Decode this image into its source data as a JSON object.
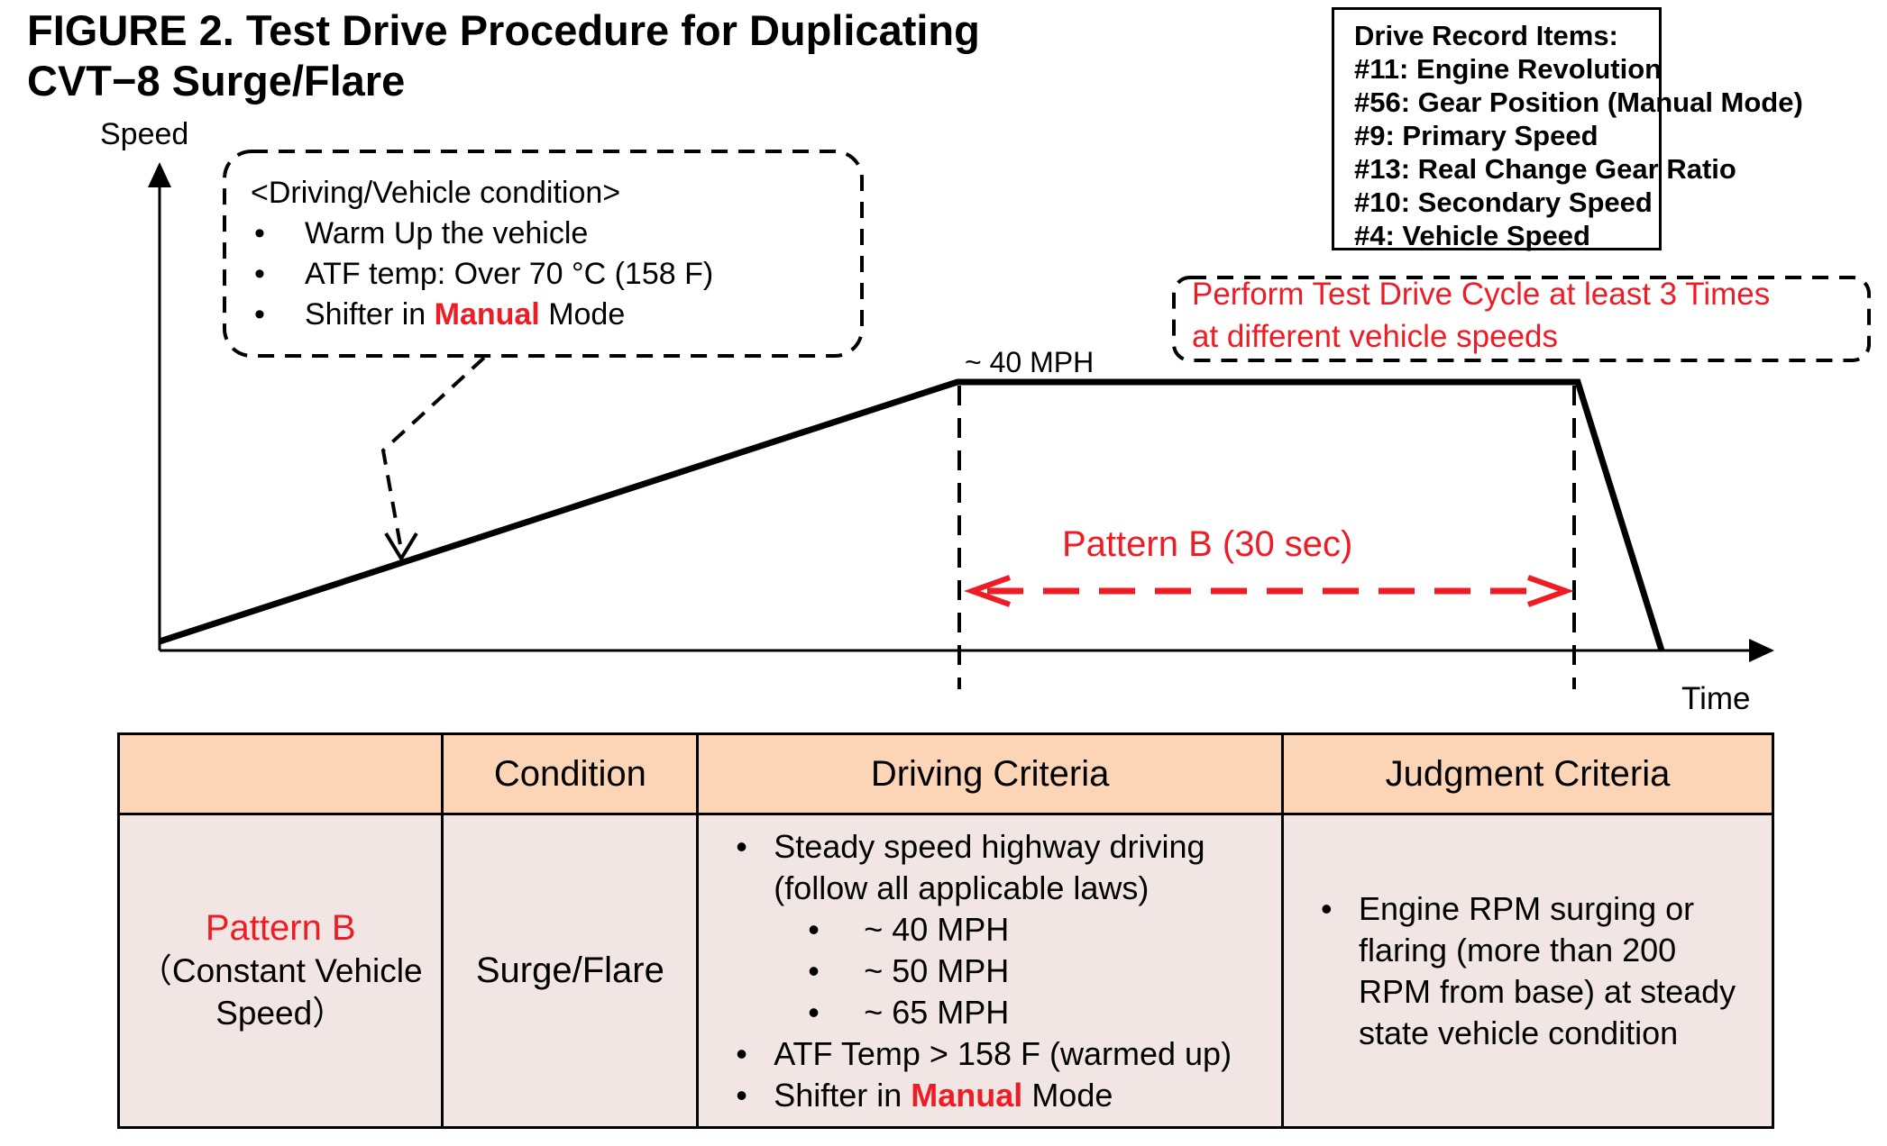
{
  "figure": {
    "title_line1": "FIGURE 2. Test Drive Procedure for Duplicating",
    "title_line2": "CVT−8 Surge/Flare"
  },
  "record_box": {
    "heading": "Drive Record Items:",
    "items": [
      "#11: Engine Revolution",
      "#56: Gear Position (Manual Mode)",
      "#9:  Primary Speed",
      "#13: Real Change Gear Ratio",
      "#10: Secondary Speed",
      "#4:  Vehicle Speed"
    ]
  },
  "diagram": {
    "y_axis_label": "Speed",
    "x_axis_label": "Time",
    "speed_label": "~ 40 MPH",
    "pattern_label": "Pattern  B (30 sec)",
    "condition_box": {
      "heading": "<Driving/Vehicle condition>",
      "bullet": "•",
      "item1": "Warm Up the vehicle",
      "item2": "ATF temp: Over 70 °C (158 F)",
      "item3_pre": "Shifter in ",
      "item3_em": "Manual",
      "item3_post": " Mode"
    },
    "perform_line1": "Perform Test Drive Cycle at least 3 Times",
    "perform_line2": "at different vehicle speeds",
    "colors": {
      "accent_red": "#ee1c24",
      "header_fill": "#fbd5b5",
      "body_fill": "#f1e6e4"
    }
  },
  "table": {
    "headers": [
      "",
      "Condition",
      "Driving  Criteria",
      "Judgment  Criteria"
    ],
    "pattern_name": "Pattern  B",
    "pattern_desc_1": "（Constant Vehicle",
    "pattern_desc_2": "Speed）",
    "condition": "Surge/Flare",
    "driving": {
      "item1_line1": "Steady speed highway driving",
      "item1_line2": "(follow all applicable laws)",
      "speeds": [
        "~ 40 MPH",
        "~ 50 MPH",
        "~ 65 MPH"
      ],
      "item2": "ATF Temp > 158 F (warmed up)",
      "item3_pre": "Shifter in ",
      "item3_em": "Manual",
      "item3_post": " Mode"
    },
    "judgment": {
      "line1": "Engine RPM surging or",
      "line2": "flaring (more than 200",
      "line3": "RPM from base) at steady",
      "line4": "state vehicle condition"
    }
  }
}
